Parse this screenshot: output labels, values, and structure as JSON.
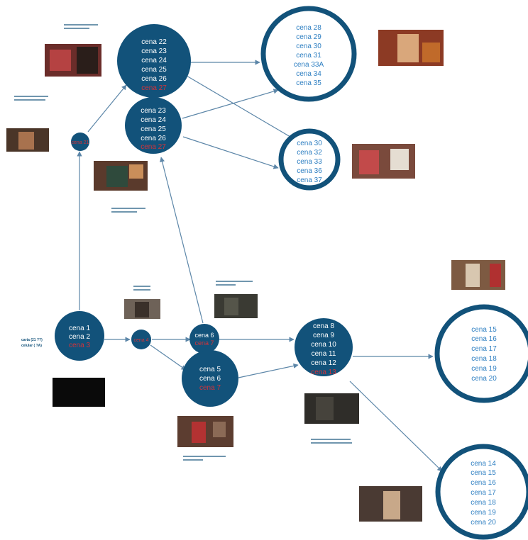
{
  "nodes": {
    "start": {
      "lines": [
        "cena 1",
        "cena 2"
      ],
      "highlight": "cena 3"
    },
    "left_small": {
      "lines": [],
      "highlight": "cena 21"
    },
    "mid_small": {
      "lines": [],
      "highlight": "cena 4"
    },
    "cena6": {
      "lines": [
        "cena 6"
      ],
      "highlight": "cena 7"
    },
    "cena5": {
      "lines": [
        "cena 5",
        "cena 6"
      ],
      "highlight": "cena 7"
    },
    "top_a": {
      "lines": [
        "cena 22",
        "cena 23",
        "cena 24",
        "cena 25",
        "cena 26"
      ],
      "highlight": "cena 27"
    },
    "top_b": {
      "lines": [
        "cena 23",
        "cena 24",
        "cena 25",
        "cena 26"
      ],
      "highlight": "cena 27"
    },
    "ring_top": {
      "lines": [
        "cena 28",
        "cena 29",
        "cena 30",
        "cena 31",
        "cena 33A",
        "cena 34",
        "cena 35"
      ]
    },
    "ring_mid": {
      "lines": [
        "cena 30",
        "cena 32",
        "cena 33",
        "cena 36",
        "cena 37"
      ]
    },
    "center": {
      "lines": [
        "cena 8",
        "cena 9",
        "cena 10",
        "cena 11",
        "cena 12"
      ],
      "highlight": "cena 13"
    },
    "ring_right": {
      "lines": [
        "cena 15",
        "cena 16",
        "cena 17",
        "cena 18",
        "cena 19",
        "cena 20"
      ]
    },
    "ring_bottom": {
      "lines": [
        "cena 14",
        "cena 15",
        "cena 16",
        "cena 17",
        "cena 18",
        "cena 19",
        "cena 20"
      ]
    }
  },
  "side_labels": {
    "line1": "carta (21 ??)",
    "line2": "celular ( ?A)"
  },
  "colors": {
    "node": "#12527a",
    "highlight": "#d2333a",
    "ring_text": "#2e7fc2",
    "edge": "#5c86a8"
  }
}
